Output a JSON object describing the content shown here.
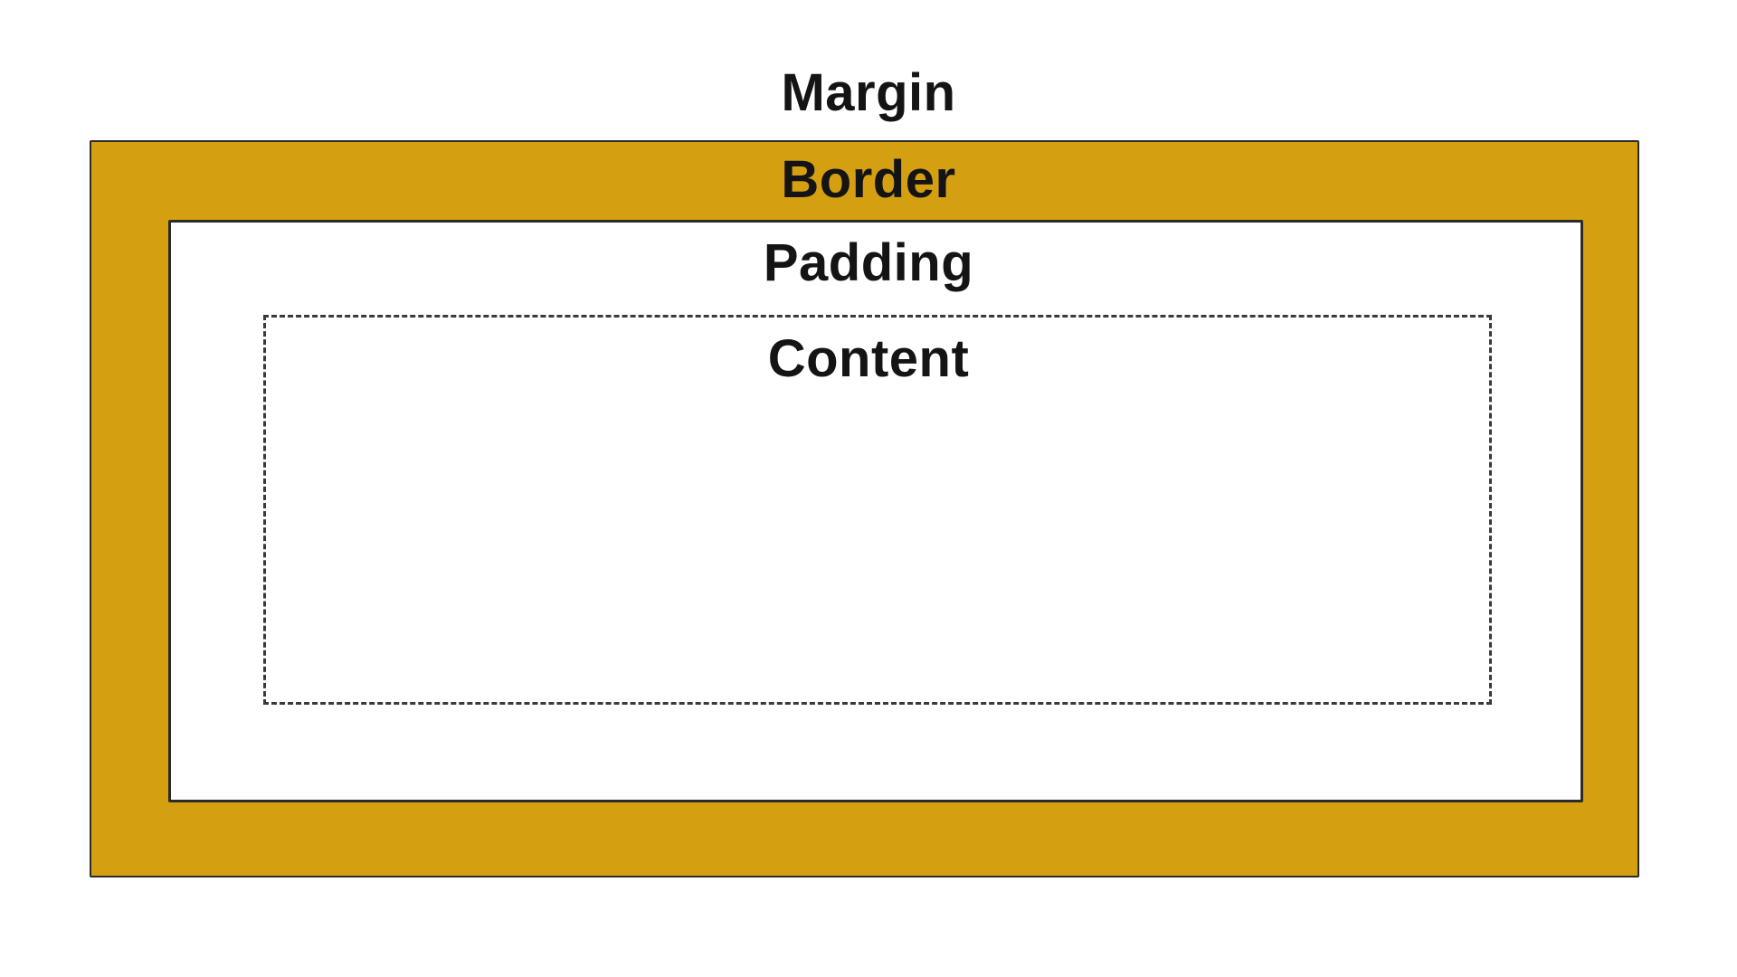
{
  "diagram": {
    "labels": {
      "margin": "Margin",
      "border": "Border",
      "padding": "Padding",
      "content": "Content"
    },
    "colors": {
      "border_fill": "#d4a012",
      "background": "#ffffff",
      "text": "#141414",
      "outline": "#2a2a2a"
    }
  }
}
